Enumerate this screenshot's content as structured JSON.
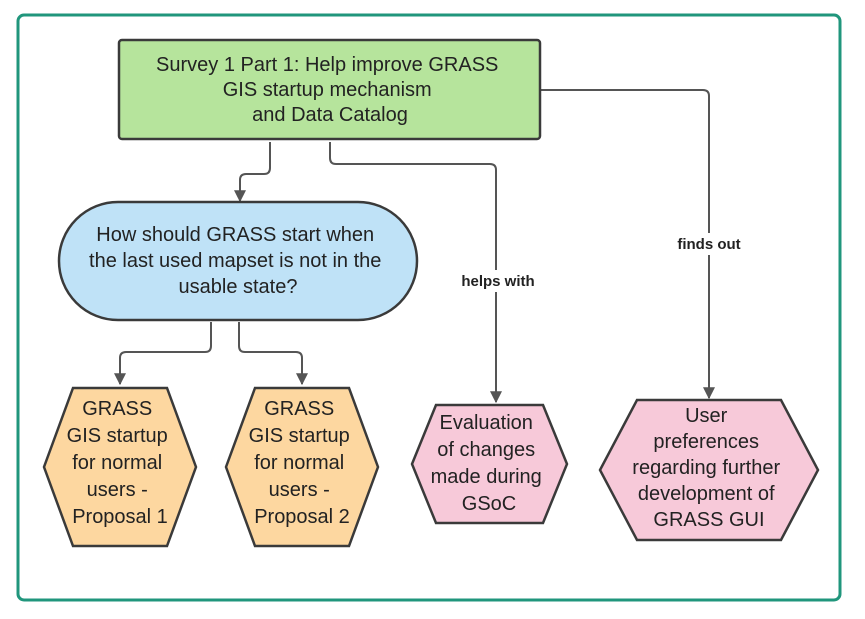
{
  "colors": {
    "frame": "#20967c",
    "survey_fill": "#b6e49c",
    "question_fill": "#bfe2f7",
    "proposal_fill": "#fdd7a0",
    "outcome_fill": "#f7c9d9",
    "outline": "#3a3a3a",
    "connector": "#555555"
  },
  "nodes": {
    "survey": {
      "shape": "rectangle",
      "lines": [
        "Survey 1 Part 1: Help improve GRASS",
        "GIS startup mechanism",
        "and Data Catalog"
      ]
    },
    "question": {
      "shape": "rounded-ellipse",
      "lines": [
        "How should GRASS start when",
        "the last used mapset is not in the",
        "usable state?"
      ]
    },
    "proposal1": {
      "shape": "hexagon",
      "lines": [
        "GRASS",
        "GIS startup",
        "for normal",
        "users -",
        "Proposal 1"
      ]
    },
    "proposal2": {
      "shape": "hexagon",
      "lines": [
        "GRASS",
        "GIS startup",
        "for normal",
        "users -",
        "Proposal 2"
      ]
    },
    "evaluation": {
      "shape": "hexagon",
      "lines": [
        "Evaluation",
        "of changes",
        "made during",
        "GSoC"
      ]
    },
    "preferences": {
      "shape": "hexagon",
      "lines": [
        "User",
        "preferences",
        "regarding further",
        "development of",
        "GRASS GUI"
      ]
    }
  },
  "edges": [
    {
      "from": "survey",
      "to": "question",
      "label": ""
    },
    {
      "from": "survey",
      "to": "evaluation",
      "label": "helps with"
    },
    {
      "from": "survey",
      "to": "preferences",
      "label": "finds out"
    },
    {
      "from": "question",
      "to": "proposal1",
      "label": ""
    },
    {
      "from": "question",
      "to": "proposal2",
      "label": ""
    }
  ]
}
